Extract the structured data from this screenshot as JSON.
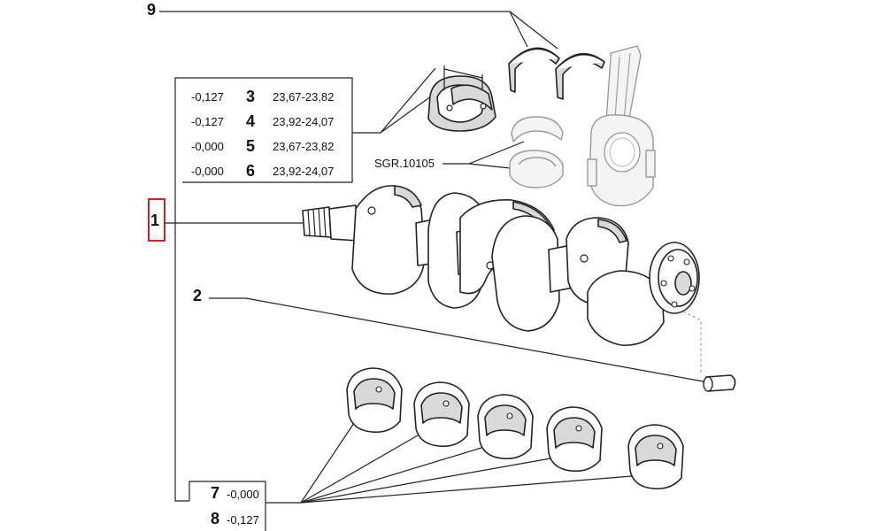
{
  "callouts": {
    "c1": "1",
    "c2": "2",
    "c9": "9",
    "c7": "7",
    "c8": "8"
  },
  "bearing_table": [
    {
      "offset": "-0,127",
      "ref": "3",
      "range": "23,67-23,82"
    },
    {
      "offset": "-0,127",
      "ref": "4",
      "range": "23,92-24,07"
    },
    {
      "offset": "-0,000",
      "ref": "5",
      "range": "23,67-23,82"
    },
    {
      "offset": "-0,000",
      "ref": "6",
      "range": "23,92-24,07"
    }
  ],
  "main_bearings": {
    "item7_offset": "-0,000",
    "item8_offset": "-0,127"
  },
  "reference_label": "SGR.10105",
  "colors": {
    "highlight": "#d62020",
    "line": "#222222",
    "part_shade": "#d9d9d9"
  }
}
